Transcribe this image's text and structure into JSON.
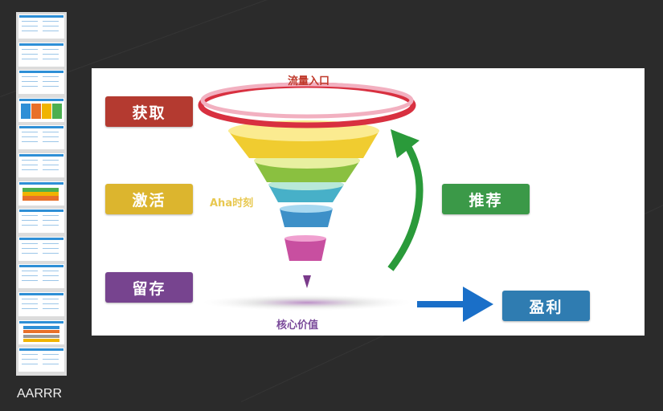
{
  "sidebar": {
    "slide_count": 13,
    "caption": "AARRR"
  },
  "slide": {
    "top_label": "流量入口",
    "bottom_label": "核心价值",
    "aha_label": "Aha时刻",
    "stages": {
      "acquisition": {
        "label": "获取",
        "color": "#b43a30"
      },
      "activation": {
        "label": "激活",
        "color": "#dcb52e"
      },
      "retention": {
        "label": "留存",
        "color": "#77448f"
      },
      "referral": {
        "label": "推荐",
        "color": "#3b9948"
      },
      "revenue": {
        "label": "盈利",
        "color": "#2f7cb1"
      }
    }
  }
}
